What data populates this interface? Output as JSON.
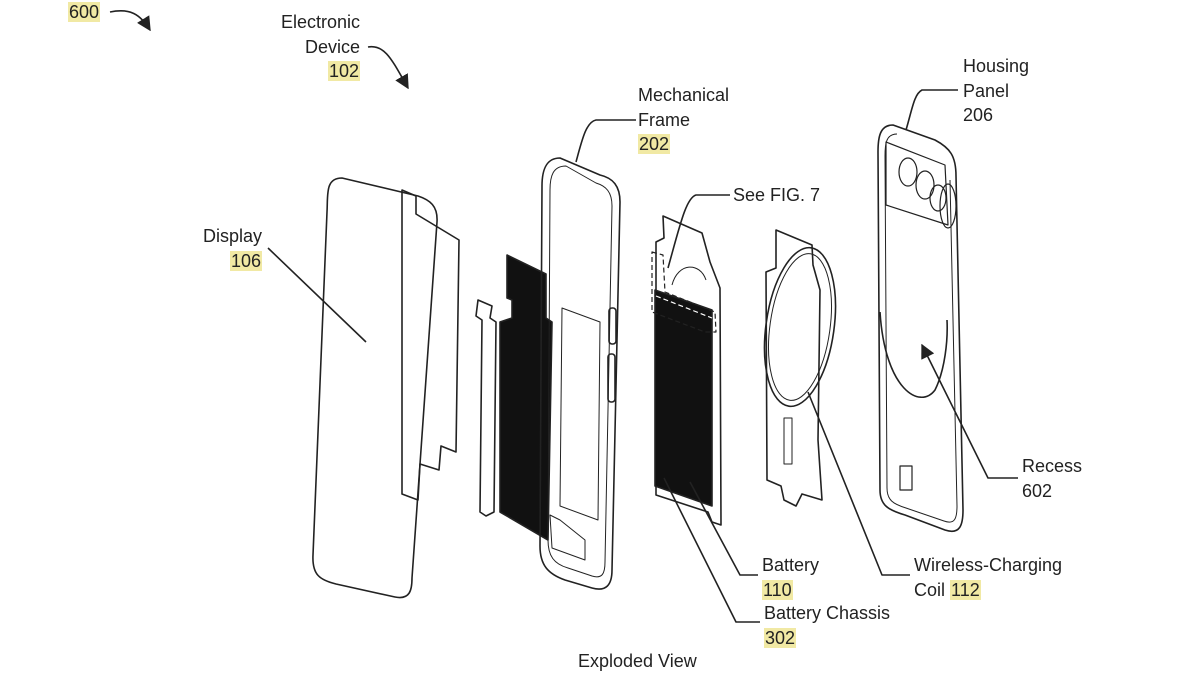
{
  "figure": {
    "ref": "600",
    "caption": "Exploded View",
    "highlight_color": "#f1e9a4"
  },
  "labels": {
    "device": {
      "line1": "Electronic",
      "line2": "Device",
      "ref": "102"
    },
    "display": {
      "line1": "Display",
      "ref": "106"
    },
    "frame": {
      "line1": "Mechanical",
      "line2": "Frame",
      "ref": "202"
    },
    "see_fig": "See FIG. 7",
    "housing": {
      "line1": "Housing",
      "line2": "Panel",
      "ref": "206"
    },
    "recess": {
      "line1": "Recess",
      "ref": "602"
    },
    "battery": {
      "line1": "Battery",
      "ref": "110"
    },
    "chassis": {
      "line1": "Battery Chassis",
      "ref": "302"
    },
    "coil": {
      "line1": "Wireless-Charging",
      "line2": "Coil",
      "ref": "112"
    }
  }
}
